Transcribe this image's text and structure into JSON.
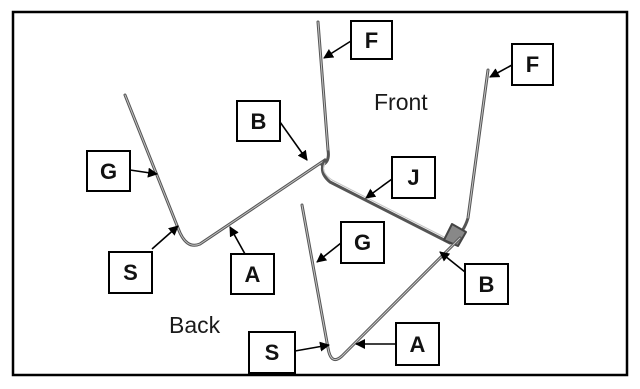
{
  "region_labels": {
    "front": "Front",
    "back": "Back"
  },
  "callouts": {
    "f_left": "F",
    "f_right": "F",
    "b_upper": "B",
    "b_lower": "B",
    "g_left": "G",
    "g_center": "G",
    "j": "J",
    "s_left": "S",
    "s_lower": "S",
    "a_left": "A",
    "a_lower": "A"
  },
  "colors": {
    "frame": "#000000",
    "wire": "#555555",
    "wire_highlight": "#bdbdbd",
    "label_box": "#ffffff",
    "label_border": "#000000"
  }
}
